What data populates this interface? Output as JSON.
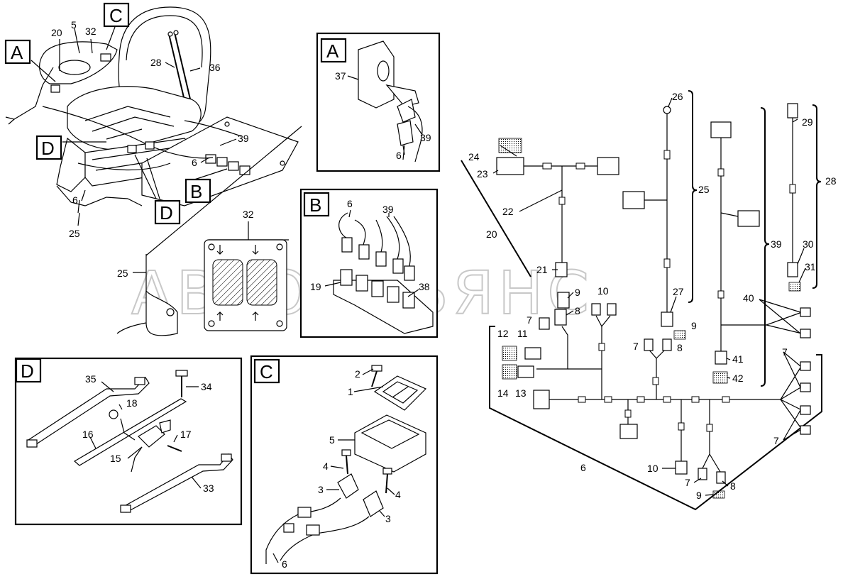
{
  "watermark": "АВТОАЛЬЯНС",
  "callouts": {
    "A": "A",
    "B": "B",
    "C": "C",
    "D": "D"
  },
  "main": {
    "n20": "20",
    "n5": "5",
    "n32": "32",
    "n28": "28",
    "n36": "36",
    "n39": "39",
    "n6a": "6",
    "n6b": "6",
    "n25": "25"
  },
  "switch_plate": {
    "n32": "32",
    "n25": "25"
  },
  "detail_A": {
    "n37": "37",
    "n39": "39",
    "n6": "6"
  },
  "detail_B": {
    "n6": "6",
    "n39": "39",
    "n19": "19",
    "n38": "38"
  },
  "detail_C": {
    "n2": "2",
    "n1": "1",
    "n5": "5",
    "n4a": "4",
    "n3a": "3",
    "n4b": "4",
    "n3b": "3",
    "n6": "6"
  },
  "detail_D": {
    "n35": "35",
    "n34": "34",
    "n18": "18",
    "n16": "16",
    "n17": "17",
    "n15": "15",
    "n33": "33"
  },
  "harness": {
    "n24": "24",
    "n23": "23",
    "n22": "22",
    "n20": "20",
    "n21": "21",
    "n9a": "9",
    "n8a": "8",
    "n10a": "10",
    "n7a": "7",
    "n26": "26",
    "n25": "25",
    "n27": "27",
    "n7b": "7",
    "n8b": "8",
    "n9b": "9",
    "n39": "39",
    "n41": "41",
    "n42": "42",
    "n40": "40",
    "n29": "29",
    "n28": "28",
    "n30": "30",
    "n31": "31",
    "n12": "12",
    "n11": "11",
    "n14": "14",
    "n13": "13",
    "n7c": "7",
    "n7d": "7",
    "n6": "6",
    "n10b": "10",
    "n7e": "7",
    "n8c": "8",
    "n9c": "9"
  }
}
